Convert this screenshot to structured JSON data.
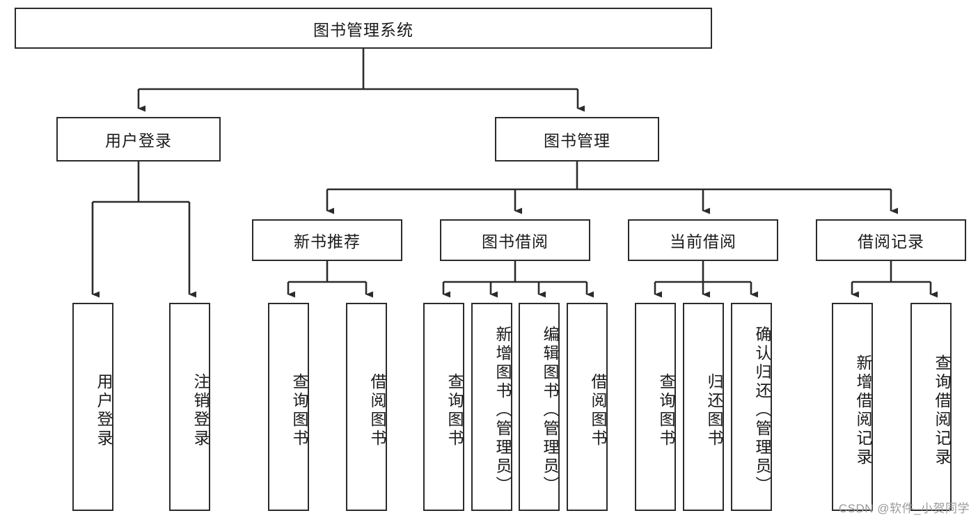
{
  "diagram": {
    "type": "tree-hierarchy-flowchart",
    "title": "图书管理系统",
    "nodes": {
      "root": {
        "label": "图书管理系统"
      },
      "level2": [
        {
          "id": "user-login",
          "label": "用户登录"
        },
        {
          "id": "book-manage",
          "label": "图书管理"
        }
      ],
      "level3": [
        {
          "id": "new-book-rec",
          "label": "新书推荐"
        },
        {
          "id": "book-borrow",
          "label": "图书借阅"
        },
        {
          "id": "current-borrow",
          "label": "当前借阅"
        },
        {
          "id": "borrow-record",
          "label": "借阅记录"
        }
      ],
      "leaves": [
        {
          "id": "leaf-user-login",
          "label": "用户登录"
        },
        {
          "id": "leaf-logout",
          "label": "注销登录"
        },
        {
          "id": "leaf-query-book-1",
          "label": "查询图书"
        },
        {
          "id": "leaf-borrow-book-1",
          "label": "借阅图书"
        },
        {
          "id": "leaf-query-book-2",
          "label": "查询图书"
        },
        {
          "id": "leaf-add-book",
          "label": "新增图书（管理员）"
        },
        {
          "id": "leaf-edit-book",
          "label": "编辑图书（管理员）"
        },
        {
          "id": "leaf-borrow-book-2",
          "label": "借阅图书"
        },
        {
          "id": "leaf-query-book-3",
          "label": "查询图书"
        },
        {
          "id": "leaf-return-book",
          "label": "归还图书"
        },
        {
          "id": "leaf-confirm-return",
          "label": "确认归还（管理员）"
        },
        {
          "id": "leaf-add-record",
          "label": "新增借阅记录"
        },
        {
          "id": "leaf-query-record",
          "label": "查询借阅记录"
        }
      ]
    },
    "colors": {
      "stroke": "#2b2b2b",
      "fill": "#ffffff",
      "text": "#1a1a1a",
      "watermark": "#9a9a9a"
    }
  },
  "watermark": {
    "text": "CSDN @软件_小贺同学"
  }
}
